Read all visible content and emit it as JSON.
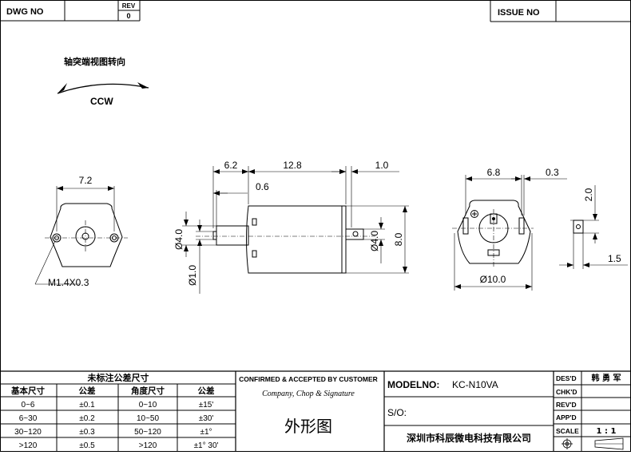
{
  "header": {
    "dwg_no_label": "DWG NO",
    "rev_label": "REV",
    "rev_value": "0",
    "issue_no_label": "ISSUE NO"
  },
  "rotation": {
    "title": "轴突端视图转向",
    "direction": "CCW"
  },
  "dimensions": {
    "front_width": "7.2",
    "thread": "M1.4X0.3",
    "shaft_len": "6.2",
    "body_len": "12.8",
    "end_len": "1.0",
    "step_len": "0.6",
    "shaft_dia_a": "Ø4.0",
    "shaft_dia_b": "Ø1.0",
    "body_dia": "Ø4.0",
    "body_height": "8.0",
    "rear_w1": "6.8",
    "rear_w2": "0.3",
    "rear_dia": "Ø10.0",
    "term_h": "2.0",
    "term_w": "1.5"
  },
  "tolerance_table": {
    "title": "未标注公差尺寸",
    "headers": [
      "基本尺寸",
      "公差",
      "角度尺寸",
      "公差"
    ],
    "rows": [
      [
        "0~6",
        "±0.1",
        "0~10",
        "±15'"
      ],
      [
        "6~30",
        "±0.2",
        "10~50",
        "±30'"
      ],
      [
        "30~120",
        "±0.3",
        "50~120",
        "±1°"
      ],
      [
        ">120",
        "±0.5",
        ">120",
        "±1° 30'"
      ]
    ]
  },
  "confirmation": {
    "title": "CONFIRMED & ACCEPTED BY CUSTOMER",
    "subtitle": "Company, Chop & Signature",
    "drawing_name": "外形图"
  },
  "model": {
    "model_label": "MODELNO:",
    "model_value": "KC-N10VA",
    "so_label": "S/O:",
    "company": "深圳市科辰微电科技有限公司"
  },
  "signoff": {
    "rows": [
      {
        "label": "DES'D",
        "value": "韩 勇 军"
      },
      {
        "label": "CHK'D",
        "value": ""
      },
      {
        "label": "REV'D",
        "value": ""
      },
      {
        "label": "APP'D",
        "value": ""
      },
      {
        "label": "SCALE",
        "value": "1 : 1"
      }
    ]
  }
}
